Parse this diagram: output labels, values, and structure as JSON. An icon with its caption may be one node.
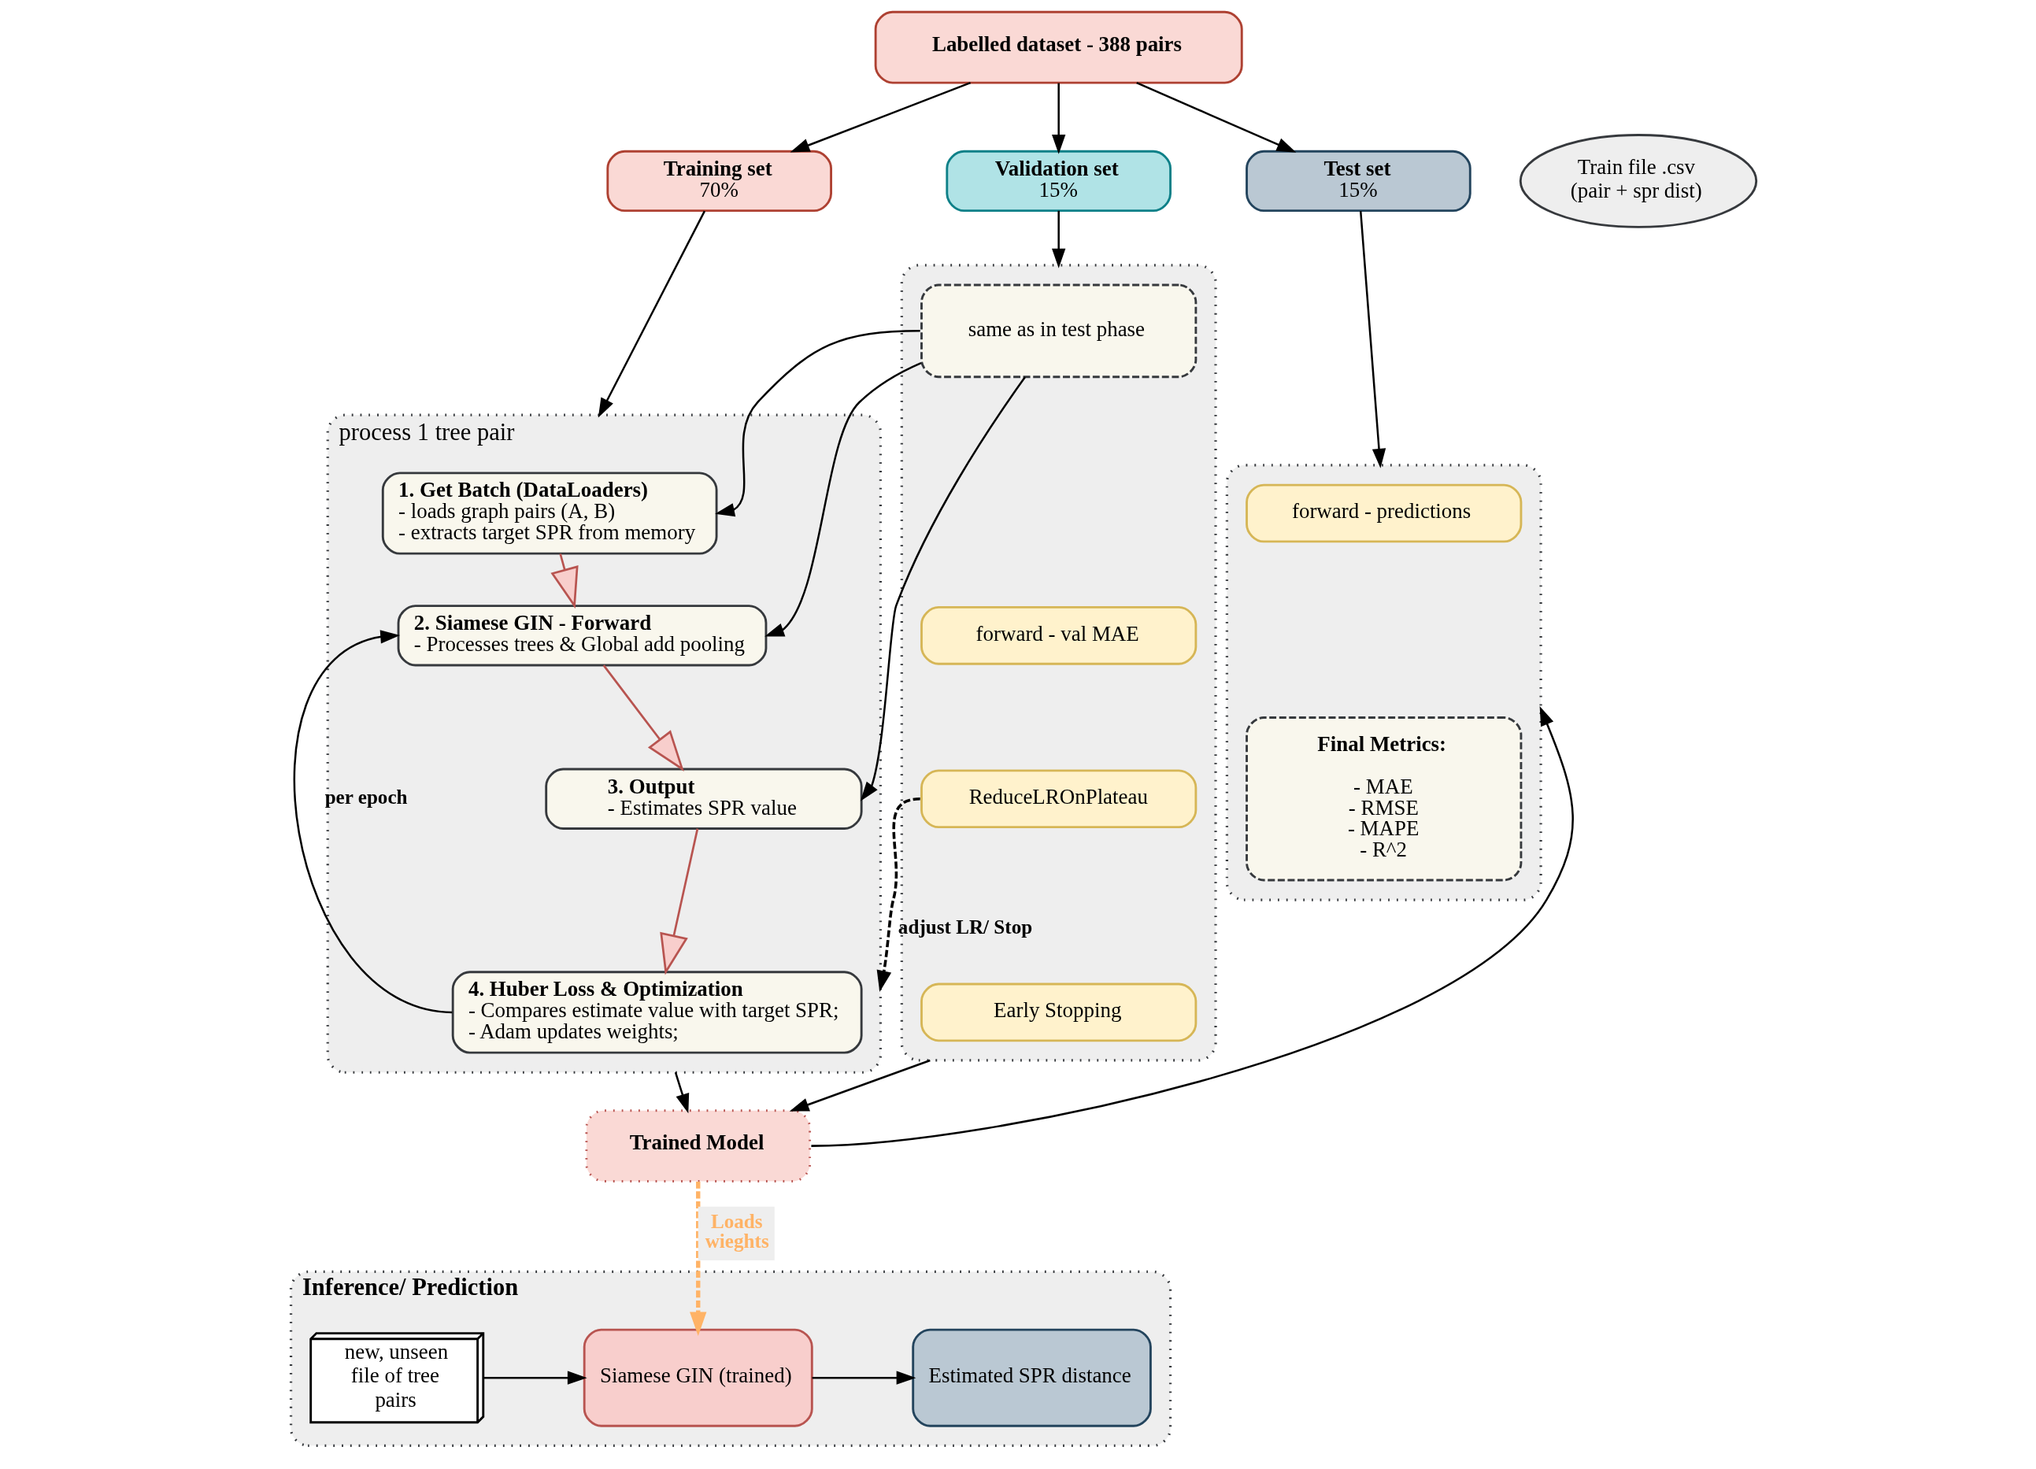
{
  "diagram": {
    "nodes": [
      {
        "text": [
          "Labelled dataset - 388 pairs"
        ]
      },
      {
        "text": [
          "Training set",
          "70%"
        ]
      },
      {
        "text": [
          "Train file .csv (pair + spr dist)"
        ]
      },
      {
        "text": [
          "Validation set",
          "15%"
        ]
      },
      {
        "text": [
          "Test set",
          "15%"
        ]
      },
      {
        "text": [
          "process 1 tree pair"
        ]
      },
      {
        "text": [
          "1. Get Batch (DataLoaders)",
          "- loads graph pairs (A, B)",
          "- extracts target SPR from memory"
        ],
        "in": 5
      },
      {
        "text": [
          "2. Siamese GIN - Forward",
          "- Processes trees & Global add pooling"
        ],
        "in": 5
      },
      {
        "text": [
          "3. Output",
          "- Estimates SPR value"
        ],
        "in": 5
      },
      {
        "text": [
          "4. Huber Loss & Optimization",
          "- Compares estimate value with target SPR;",
          "- Adam updates weights;"
        ],
        "in": 5
      },
      {
        "text": [],
        "shape": "box"
      },
      {
        "text": [
          "same as in test phase"
        ],
        "in": 10
      },
      {
        "text": [
          "forward - val MAE"
        ],
        "in": 10
      },
      {
        "text": [
          "ReduceLROnPlateau"
        ],
        "in": 10
      },
      {
        "text": [
          "Early Stopping"
        ],
        "in": 10
      },
      {
        "text": [],
        "shape": "box"
      },
      {
        "text": [
          "forward - predictions"
        ],
        "in": 15
      },
      {
        "text": [
          "Final Metrics:",
          "- MAE",
          "- RMSE",
          "- MAPE",
          "- R^2"
        ],
        "in": 15
      },
      {
        "text": [
          "Trained Model"
        ]
      },
      {
        "text": [
          "Inference/ Prediction"
        ]
      },
      {
        "text": [
          "new, unseen file of tree pairs"
        ],
        "in": 19
      },
      {
        "text": [
          "Siamese GIN (trained)"
        ],
        "in": 19
      },
      {
        "text": [
          "Estimated SPR distance"
        ],
        "in": 19
      }
    ],
    "edges": [
      {
        "from": 0,
        "to": 1,
        "arrow": "to"
      },
      {
        "from": 0,
        "to": 3,
        "arrow": "to"
      },
      {
        "from": 0,
        "to": 4,
        "arrow": "to"
      },
      {
        "from": 1,
        "to": 5,
        "arrow": "to"
      },
      {
        "from": 3,
        "to": 10,
        "arrow": "to"
      },
      {
        "from": 4,
        "to": 15,
        "arrow": "to"
      },
      {
        "from": 6,
        "to": 7,
        "arrow": "to",
        "color": "#b85450"
      },
      {
        "from": 7,
        "to": 8,
        "arrow": "to",
        "color": "#b85450"
      },
      {
        "from": 8,
        "to": 9,
        "arrow": "to",
        "color": "#b85450"
      },
      {
        "from": 9,
        "to": 7,
        "arrow": "to",
        "label": "per epoch"
      },
      {
        "from": 11,
        "to": 6,
        "arrow": "to"
      },
      {
        "from": 11,
        "to": 7,
        "arrow": "to"
      },
      {
        "from": 11,
        "to": 8,
        "arrow": "to"
      },
      {
        "from": 13,
        "to": 5,
        "arrow": "to",
        "label": "adjust LR/ Stop",
        "style": "dashed"
      },
      {
        "from": 5,
        "to": 18,
        "arrow": "to"
      },
      {
        "from": 10,
        "to": 18,
        "arrow": "to"
      },
      {
        "from": 18,
        "to": 15,
        "arrow": "to"
      },
      {
        "from": 18,
        "to": 21,
        "arrow": "to",
        "label": "Loads wieghts",
        "style": "dashed",
        "color": "#ffb366"
      },
      {
        "from": 20,
        "to": 21,
        "arrow": "to"
      },
      {
        "from": 21,
        "to": 22,
        "arrow": "to"
      }
    ]
  }
}
